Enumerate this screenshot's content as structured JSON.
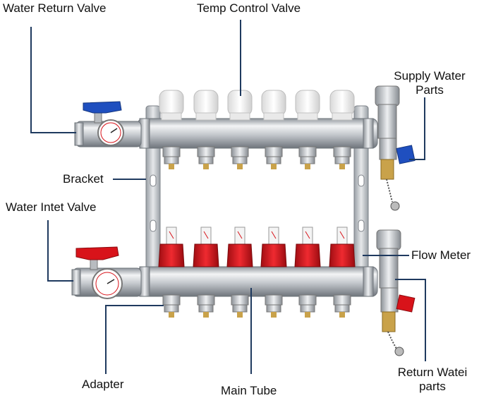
{
  "labels": {
    "water_return_valve": "Water Return Valve",
    "temp_control_valve": "Temp Control Valve",
    "supply_water_parts_line1": "Supply Water",
    "supply_water_parts_line2": "Parts",
    "bracket": "Bracket",
    "water_inlet_valve": "Water Intet Valve",
    "flow_meter": "Flow Meter",
    "adapter": "Adapter",
    "main_tube": "Main Tube",
    "return_water_parts_line1": "Return Watei",
    "return_water_parts_line2": "parts"
  },
  "colors": {
    "leader_line": "#1f3a5f",
    "steel": "#c9ccd0",
    "brass": "#c9a24a",
    "blue_handle": "#1f4fbf",
    "red_handle": "#d8131a",
    "cap_white": "#f4f4f4"
  },
  "outlets": {
    "supply_caps": 6,
    "flow_meters": 6
  }
}
